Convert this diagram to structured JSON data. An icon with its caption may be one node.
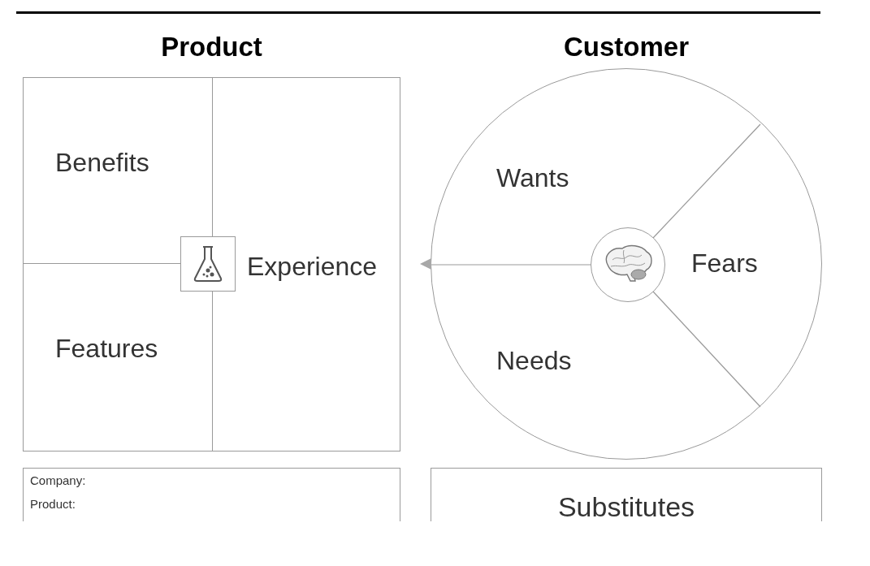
{
  "diagram": {
    "nodes": [
      {
        "text": [
          "Product"
        ]
      },
      {
        "text": [
          "Benefits"
        ],
        "in": 0
      },
      {
        "text": [
          "Experience"
        ],
        "in": 0
      },
      {
        "text": [
          "Features"
        ],
        "in": 0
      },
      {
        "text": [
          "Customer"
        ]
      },
      {
        "text": [
          "Wants"
        ],
        "in": 4
      },
      {
        "text": [
          "Fears"
        ],
        "in": 4
      },
      {
        "text": [
          "Needs"
        ],
        "in": 4
      },
      {
        "text": [
          "Company:",
          "Product:"
        ]
      },
      {
        "text": [
          "Substitutes"
        ]
      }
    ],
    "edges": [
      {
        "from": 4,
        "to": 2,
        "arrow": "to"
      }
    ]
  }
}
